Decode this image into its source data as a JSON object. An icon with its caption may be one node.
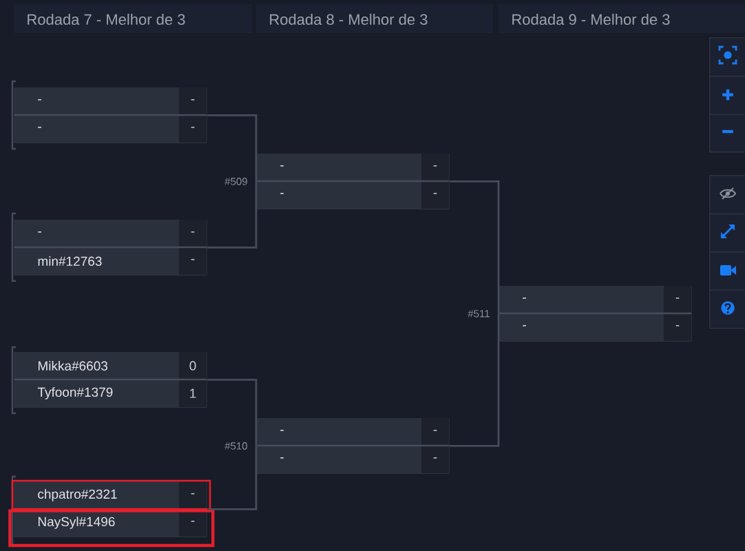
{
  "diagram": {
    "nodes": [
      {
        "text": [
          "-",
          "-",
          "-",
          "-"
        ]
      },
      {
        "text": [
          "-",
          "-",
          "min#12763",
          "-"
        ]
      },
      {
        "text": [
          "Mikka#6603",
          "0",
          "Tyfoon#1379",
          "1"
        ]
      },
      {
        "text": [
          "chpatro#2321",
          "-",
          "NaySyl#1496",
          "-"
        ]
      },
      {
        "text": [
          "-",
          "-",
          "-",
          "-"
        ],
        "beside": [
          "#509"
        ]
      },
      {
        "text": [
          "-",
          "-",
          "-",
          "-"
        ],
        "beside": [
          "#510"
        ]
      },
      {
        "text": [
          "-",
          "-",
          "-",
          "-"
        ],
        "beside": [
          "#511"
        ]
      }
    ],
    "edges": [
      {
        "from": 0,
        "to": 4,
        "arrow": "none"
      },
      {
        "from": 1,
        "to": 4,
        "arrow": "none"
      },
      {
        "from": 2,
        "to": 5,
        "arrow": "none"
      },
      {
        "from": 3,
        "to": 5,
        "arrow": "none"
      },
      {
        "from": 4,
        "to": 6,
        "arrow": "none"
      },
      {
        "from": 5,
        "to": 6,
        "arrow": "none"
      }
    ],
    "labels": [
      "Rodada 7 - Melhor de 3",
      "Rodada 8 - Melhor de 3",
      "Rodada 9 - Melhor de 3"
    ]
  }
}
